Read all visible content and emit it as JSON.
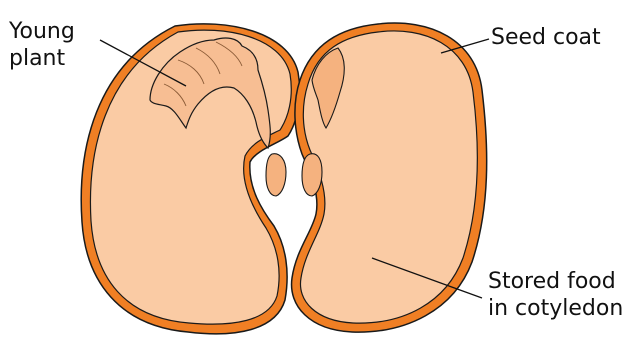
{
  "labels": {
    "young_plant": [
      "Young",
      "plant"
    ],
    "seed_coat": "Seed coat",
    "stored_food": [
      "Stored food",
      "in cotyledon"
    ]
  },
  "colors": {
    "seed_coat": "#F07F24",
    "cotyledon": "#FACBA4",
    "embryo": "#F5B27F",
    "embryo_light": "#F7BE93",
    "outline": "#1a1a1a",
    "leader_line": "#111111"
  }
}
